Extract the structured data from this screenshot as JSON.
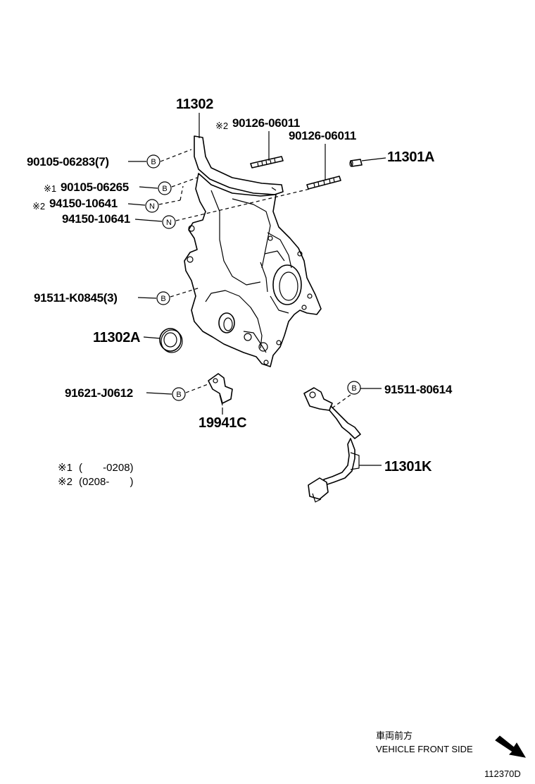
{
  "labels": {
    "p11302": "11302",
    "p90126_a": "90126-06011",
    "p90126_a_mark": "※2",
    "p90126_b": "90126-06011",
    "p11301A": "11301A",
    "p90105_06283": "90105-06283(7)",
    "p90105_06265": "90105-06265",
    "p90105_06265_mark": "※1",
    "p94150_a": "94150-10641",
    "p94150_a_mark": "※2",
    "p94150_b": "94150-10641",
    "p91511_K0845": "91511-K0845(3)",
    "p11302A": "11302A",
    "p91621_J0612": "91621-J0612",
    "p91511_80614": "91511-80614",
    "p19941C": "19941C",
    "p11301K": "11301K"
  },
  "callouts": {
    "bolt": "B",
    "nut": "N"
  },
  "notes": [
    {
      "mark": "※1",
      "text": "(       -0208)"
    },
    {
      "mark": "※2",
      "text": "(0208-       )"
    }
  ],
  "direction": {
    "jp": "車両前方",
    "en": "VEHICLE FRONT SIDE"
  },
  "figure_id": "112370D"
}
